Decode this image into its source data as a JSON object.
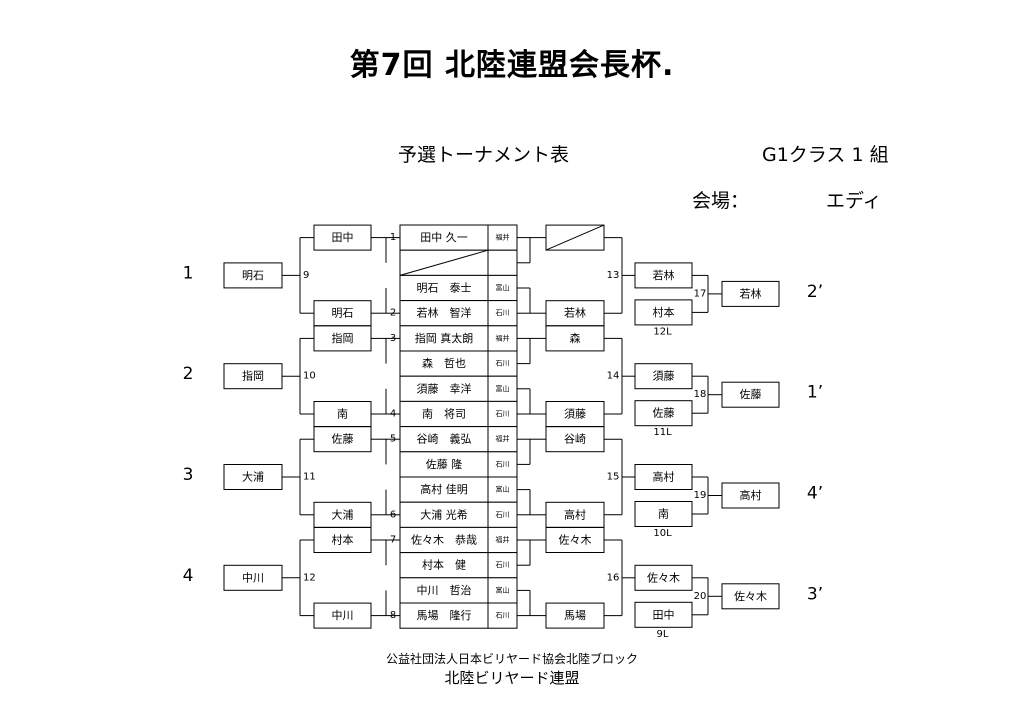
{
  "header": {
    "title": "第7回 北陸連盟会長杯.",
    "subtitle": "予選トーナメント表",
    "class_label": "G1クラス 1 組",
    "venue_label": "会場：",
    "venue": "エディ"
  },
  "roster": [
    {
      "num": "1",
      "name": "田中 久一",
      "region": "福井"
    },
    {
      "num": "",
      "name": "",
      "region": ""
    },
    {
      "num": "2",
      "name": "明石　泰士",
      "region": "富山"
    },
    {
      "num": "",
      "name": "若林　智洋",
      "region": "石川"
    },
    {
      "num": "3",
      "name": "指岡 真太朗",
      "region": "福井"
    },
    {
      "num": "",
      "name": "森　哲也",
      "region": "石川"
    },
    {
      "num": "4",
      "name": "須藤　幸洋",
      "region": "富山"
    },
    {
      "num": "",
      "name": "南　将司",
      "region": "石川"
    },
    {
      "num": "5",
      "name": "谷崎　義弘",
      "region": "福井"
    },
    {
      "num": "",
      "name": "佐藤 隆",
      "region": "石川"
    },
    {
      "num": "6",
      "name": "高村 佳明",
      "region": "富山"
    },
    {
      "num": "",
      "name": "大浦 光希",
      "region": "石川"
    },
    {
      "num": "7",
      "name": "佐々木　恭哉",
      "region": "福井"
    },
    {
      "num": "",
      "name": "村本　健",
      "region": "石川"
    },
    {
      "num": "8",
      "name": "中川　哲治",
      "region": "富山"
    },
    {
      "num": "",
      "name": "馬場　隆行",
      "region": "石川"
    }
  ],
  "left_r1": [
    "田中",
    "明石",
    "指岡",
    "南",
    "佐藤",
    "大浦",
    "村本",
    "中川"
  ],
  "left_r2": [
    {
      "rank": "1",
      "match": "9",
      "winner": "明石"
    },
    {
      "rank": "2",
      "match": "10",
      "winner": "指岡"
    },
    {
      "rank": "3",
      "match": "11",
      "winner": "大浦"
    },
    {
      "rank": "4",
      "match": "12",
      "winner": "中川"
    }
  ],
  "right_r1": [
    "",
    "若林",
    "森",
    "須藤",
    "谷崎",
    "高村",
    "佐々木",
    "馬場"
  ],
  "right_r2": [
    {
      "match": "13",
      "upper": "若林",
      "lower": "村本",
      "loss": "12L",
      "final_match": "17",
      "winner": "若林",
      "seed": "2’"
    },
    {
      "match": "14",
      "upper": "須藤",
      "lower": "佐藤",
      "loss": "11L",
      "final_match": "18",
      "winner": "佐藤",
      "seed": "1’"
    },
    {
      "match": "15",
      "upper": "高村",
      "lower": "南",
      "loss": "10L",
      "final_match": "19",
      "winner": "高村",
      "seed": "4’"
    },
    {
      "match": "16",
      "upper": "佐々木",
      "lower": "田中",
      "loss": "9L",
      "final_match": "20",
      "winner": "佐々木",
      "seed": "3’"
    }
  ],
  "footer": {
    "org": "公益社団法人日本ビリヤード協会北陸ブロック",
    "league": "北陸ビリヤード連盟"
  }
}
